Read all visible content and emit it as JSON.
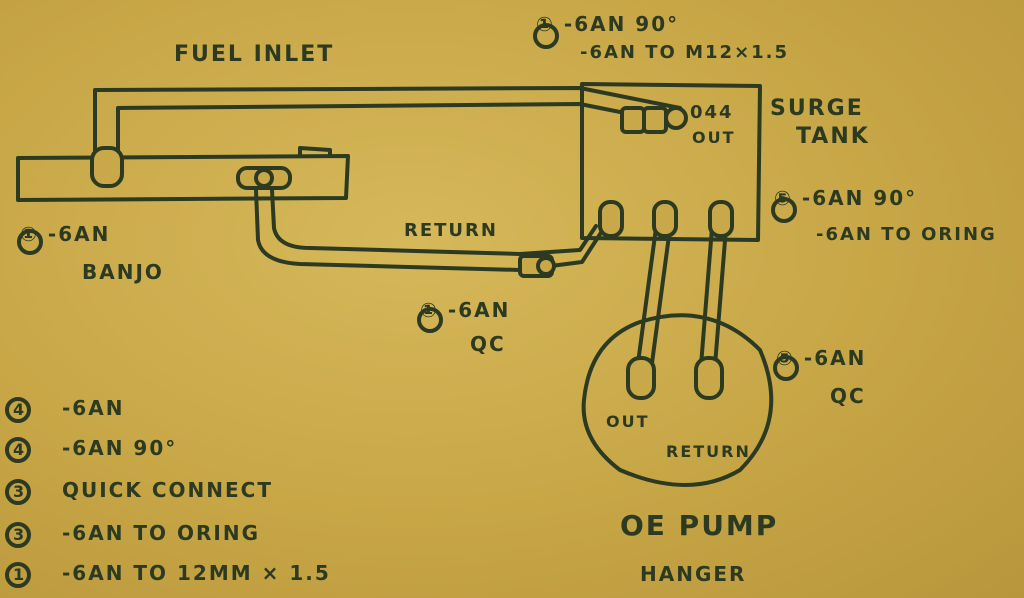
{
  "labels": {
    "fuel_inlet": "FUEL INLET",
    "surge_fitting_1": "① -6AN 90°",
    "surge_fitting_2": "-6AN TO M12×1.5",
    "port_044": "044",
    "port_out": "OUT",
    "surge": "SURGE",
    "tank": "TANK",
    "return_fitting_1": "⑤ -6AN 90°",
    "return_fitting_2": "-6AN TO ORING",
    "banjo_1": "① -6AN",
    "banjo_2": "BANJO",
    "return": "RETURN",
    "qc_small_1": "① -6AN",
    "qc_small_2": "QC",
    "qc_right_1": "⑤ -6AN",
    "qc_right_2": "QC",
    "hanger_out": "OUT",
    "hanger_return": "RETURN",
    "oe_pump": "OE PUMP",
    "hanger": "HANGER"
  },
  "parts_list": [
    {
      "qty": "4",
      "item": "-6AN"
    },
    {
      "qty": "4",
      "item": "-6AN 90°"
    },
    {
      "qty": "3",
      "item": "QUICK CONNECT"
    },
    {
      "qty": "3",
      "item": "-6AN TO ORING"
    },
    {
      "qty": "1",
      "item": "-6AN TO 12MM × 1.5"
    }
  ],
  "colors": {
    "ink": "#2c3a22",
    "paper": "#c9a84a"
  }
}
